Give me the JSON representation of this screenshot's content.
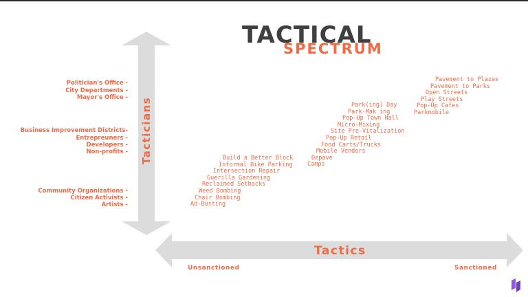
{
  "title": {
    "line1": "TACTICAL",
    "line2": "SPECTRUM"
  },
  "axes": {
    "vertical_label": "Tacticians",
    "horizontal_label": "Tactics",
    "low_end": "Unsanctioned",
    "high_end": "Sanctioned"
  },
  "tacticians": {
    "institutional": [
      "Politician's Office -",
      "City Departments -",
      "Mayor's Office -"
    ],
    "business": [
      "Business Improvement Districts-",
      "Entrepreuners -",
      "Developers -",
      "Non-profits -"
    ],
    "grassroots": [
      "Community Organizations -",
      "Citizen Activists -",
      "Artists -"
    ]
  },
  "tactics": {
    "unsanctioned": [
      "Build a Better Block",
      "Informal Bike Parking",
      "Intersection Repair",
      "Guerilla Gardening",
      "Reclaimed Setbacks",
      "Weed Bombing",
      "Chair Bombing",
      "Ad-Busting"
    ],
    "middle": [
      "Park(ing) Day",
      "Park-Mak ing",
      "Pop-Up Town Hall",
      "Micro-Mixing",
      "Site Pre-Vitalization",
      "Pop-Up Retail",
      "Food Carts/Trucks",
      "Mobile Vendors",
      "Depave",
      "Camps"
    ],
    "sanctioned": [
      "Pavement to Plazas",
      "Pavement to Parks",
      "Open Streets",
      "Play Streets",
      "Pop-Up Cafes",
      "Parkmobile"
    ]
  },
  "colors": {
    "accent": "#ee6b46",
    "title_dark": "#3f3f3f",
    "arrow": "#dcdcdc",
    "logo": "#8f5bd9"
  },
  "icons": {
    "logo": "brand-logo-icon"
  }
}
